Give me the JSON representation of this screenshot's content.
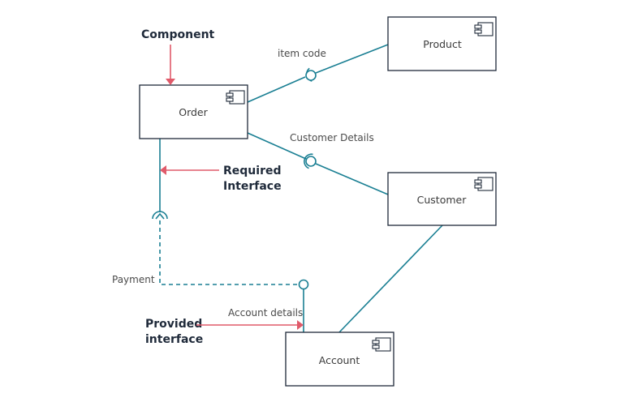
{
  "components": {
    "order": "Order",
    "product": "Product",
    "customer": "Customer",
    "account": "Account"
  },
  "interfaces": {
    "item_code": "item code",
    "customer_details": "Customer Details",
    "payment": "Payment",
    "account_details": "Account details"
  },
  "callouts": {
    "component": "Component",
    "required_line1": "Required",
    "required_line2": "Interface",
    "provided_line1": "Provided",
    "provided_line2": "interface"
  },
  "colors": {
    "connector": "#1a7f93",
    "callout_arrow": "#e05a6a",
    "box_stroke": "#1f2a3a"
  },
  "icons": {
    "component": "component-icon",
    "required": "socket-icon",
    "provided": "ball-icon"
  }
}
